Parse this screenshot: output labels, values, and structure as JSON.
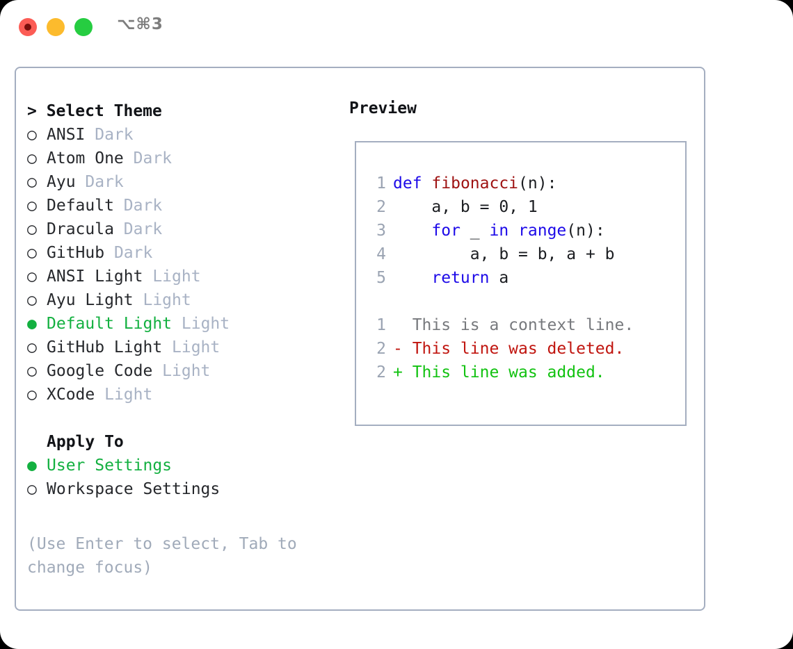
{
  "titlebar": {
    "shortcut": "⌥⌘3",
    "buttons": [
      {
        "name": "close",
        "color": "#fc5c55"
      },
      {
        "name": "minimize",
        "color": "#fcbb2d"
      },
      {
        "name": "maximize",
        "color": "#26cd41"
      }
    ]
  },
  "theme_picker": {
    "header": "> Select Theme",
    "items": [
      {
        "marker": "○",
        "name": "ANSI",
        "badge": "Dark",
        "selected": false
      },
      {
        "marker": "○",
        "name": "Atom One",
        "badge": "Dark",
        "selected": false
      },
      {
        "marker": "○",
        "name": "Ayu",
        "badge": "Dark",
        "selected": false
      },
      {
        "marker": "○",
        "name": "Default",
        "badge": "Dark",
        "selected": false
      },
      {
        "marker": "○",
        "name": "Dracula",
        "badge": "Dark",
        "selected": false
      },
      {
        "marker": "○",
        "name": "GitHub",
        "badge": "Dark",
        "selected": false
      },
      {
        "marker": "○",
        "name": "ANSI Light",
        "badge": "Light",
        "selected": false
      },
      {
        "marker": "○",
        "name": "Ayu Light",
        "badge": "Light",
        "selected": false
      },
      {
        "marker": "●",
        "name": "Default Light",
        "badge": "Light",
        "selected": true
      },
      {
        "marker": "○",
        "name": "GitHub Light",
        "badge": "Light",
        "selected": false
      },
      {
        "marker": "○",
        "name": "Google Code",
        "badge": "Light",
        "selected": false
      },
      {
        "marker": "○",
        "name": "XCode",
        "badge": "Light",
        "selected": false
      }
    ]
  },
  "apply_to": {
    "header": "Apply To",
    "options": [
      {
        "marker": "●",
        "label": "User Settings",
        "selected": true
      },
      {
        "marker": "○",
        "label": "Workspace Settings",
        "selected": false
      }
    ]
  },
  "hint": "(Use Enter to select, Tab to change focus)",
  "preview": {
    "title": "Preview",
    "code_lines": [
      {
        "num": "1",
        "tokens": [
          {
            "t": "def",
            "c": "kw"
          },
          {
            "t": " ",
            "c": "plain"
          },
          {
            "t": "fibonacci",
            "c": "fn"
          },
          {
            "t": "(n):",
            "c": "plain"
          }
        ]
      },
      {
        "num": "2",
        "tokens": [
          {
            "t": "    a, b = 0, 1",
            "c": "plain"
          }
        ]
      },
      {
        "num": "3",
        "tokens": [
          {
            "t": "    ",
            "c": "plain"
          },
          {
            "t": "for",
            "c": "kw"
          },
          {
            "t": " _ ",
            "c": "plain"
          },
          {
            "t": "in",
            "c": "kw"
          },
          {
            "t": " ",
            "c": "plain"
          },
          {
            "t": "range",
            "c": "kw"
          },
          {
            "t": "(n):",
            "c": "plain"
          }
        ]
      },
      {
        "num": "4",
        "tokens": [
          {
            "t": "        a, b = b, a + b",
            "c": "plain"
          }
        ]
      },
      {
        "num": "5",
        "tokens": [
          {
            "t": "    ",
            "c": "plain"
          },
          {
            "t": "return",
            "c": "kw"
          },
          {
            "t": " a",
            "c": "plain"
          }
        ]
      }
    ],
    "diff_lines": [
      {
        "num": "1",
        "text": "  This is a context line.",
        "style": "ctx"
      },
      {
        "num": "2",
        "text": "- This line was deleted.",
        "style": "del"
      },
      {
        "num": "2",
        "text": "+ This line was added.",
        "style": "add"
      }
    ]
  },
  "colors": {
    "border": "#a4aec0",
    "accent_green": "#13b040",
    "badge_gray": "#a8b2c4",
    "hint_gray": "#a0aab9",
    "keyword_blue": "#1d0ae8",
    "function_red": "#9e1212",
    "diff_add": "#12c211",
    "diff_del": "#c0150f"
  }
}
